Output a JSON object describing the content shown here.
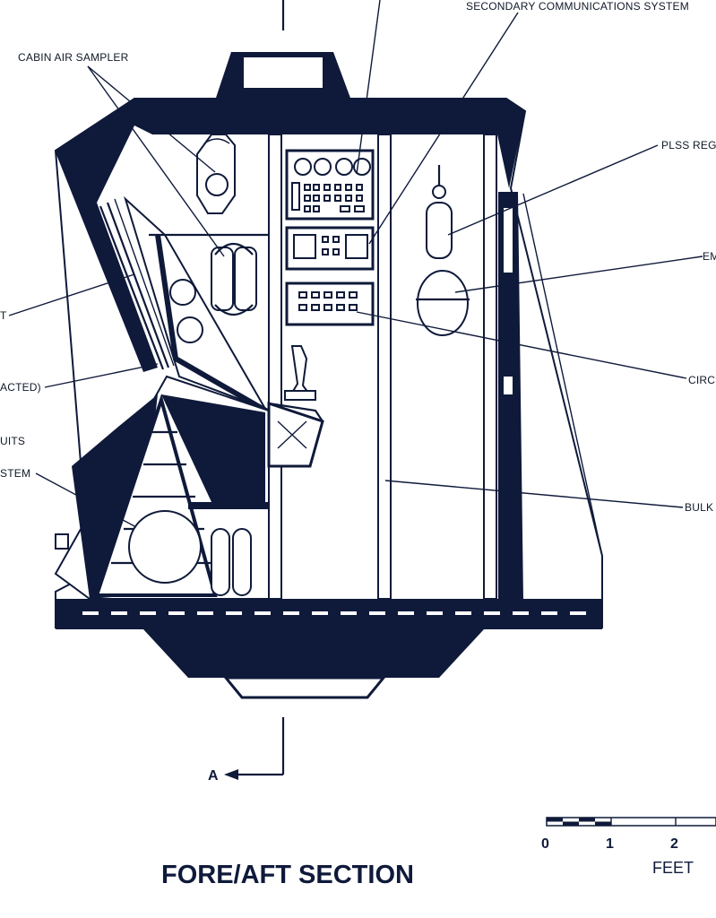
{
  "labels": {
    "secondary_comm": "SECONDARY COMMUNICATIONS SYSTEM",
    "cabin_air": "CABIN AIR SAMPLER",
    "plss": "PLSS REG",
    "em": "EM",
    "left_t": "T",
    "acted": "ACTED)",
    "uits": "UITS",
    "stem": "STEM",
    "circ": "CIRC",
    "bulk": "BULK"
  },
  "marker": {
    "text": "A"
  },
  "scale_bar": {
    "ticks": [
      "0",
      "1",
      "2"
    ],
    "unit": "FEET"
  },
  "title": "FORE/AFT SECTION",
  "colors": {
    "ink": "#0f1a3a",
    "paper": "#ffffff"
  }
}
